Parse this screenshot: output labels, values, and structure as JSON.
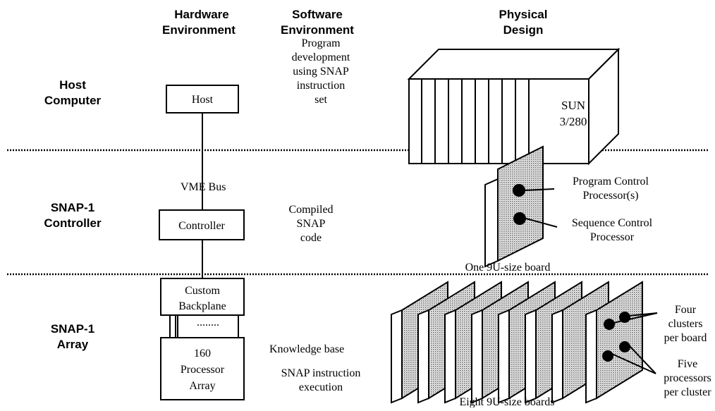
{
  "columns": {
    "hardware": [
      "Hardware",
      "Environment"
    ],
    "software": [
      "Software",
      "Environment"
    ],
    "physical": [
      "Physical",
      "Design"
    ]
  },
  "rows": {
    "host": [
      "Host",
      "Computer"
    ],
    "controller": [
      "SNAP-1",
      "Controller"
    ],
    "array": [
      "SNAP-1",
      "Array"
    ]
  },
  "hardware": {
    "host_box": "Host",
    "bus_label": "VME Bus",
    "controller_box": "Controller",
    "backplane_box": [
      "Custom",
      "Backplane"
    ],
    "connector_dots": "........",
    "array_box": [
      "160",
      "Processor",
      "Array"
    ]
  },
  "software": {
    "host": [
      "Program",
      "development",
      "using SNAP",
      "instruction",
      "set"
    ],
    "controller": [
      "Compiled",
      "SNAP",
      "code"
    ],
    "array_kb": "Knowledge base",
    "array_exec": [
      "SNAP instruction",
      "execution"
    ]
  },
  "physical": {
    "host_label": [
      "SUN",
      "3/280"
    ],
    "controller_callouts": [
      "Program Control",
      "Processor(s)",
      "Sequence Control",
      "Processor"
    ],
    "controller_board": "One 9U-size board",
    "array_callouts": [
      "Four",
      "clusters",
      "per board",
      "Five",
      "processors",
      "per cluster"
    ],
    "array_boards": "Eight 9U-size boards"
  }
}
